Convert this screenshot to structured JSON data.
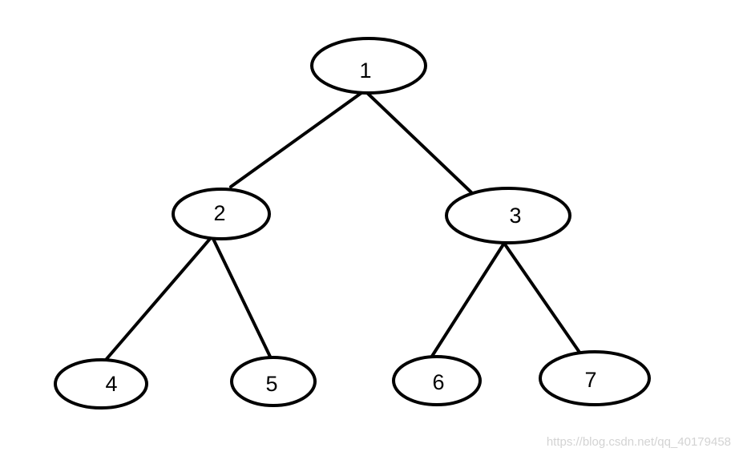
{
  "tree": {
    "nodes": [
      {
        "id": "n1",
        "label": "1"
      },
      {
        "id": "n2",
        "label": "2"
      },
      {
        "id": "n3",
        "label": "3"
      },
      {
        "id": "n4",
        "label": "4"
      },
      {
        "id": "n5",
        "label": "5"
      },
      {
        "id": "n6",
        "label": "6"
      },
      {
        "id": "n7",
        "label": "7"
      }
    ],
    "edges": [
      {
        "from": "n1",
        "to": "n2"
      },
      {
        "from": "n1",
        "to": "n3"
      },
      {
        "from": "n2",
        "to": "n4"
      },
      {
        "from": "n2",
        "to": "n5"
      },
      {
        "from": "n3",
        "to": "n6"
      },
      {
        "from": "n3",
        "to": "n7"
      }
    ]
  },
  "watermark": "https://blog.csdn.net/qq_40179458",
  "colors": {
    "stroke": "#000000",
    "background": "#ffffff",
    "watermark": "#d3d3d3"
  }
}
